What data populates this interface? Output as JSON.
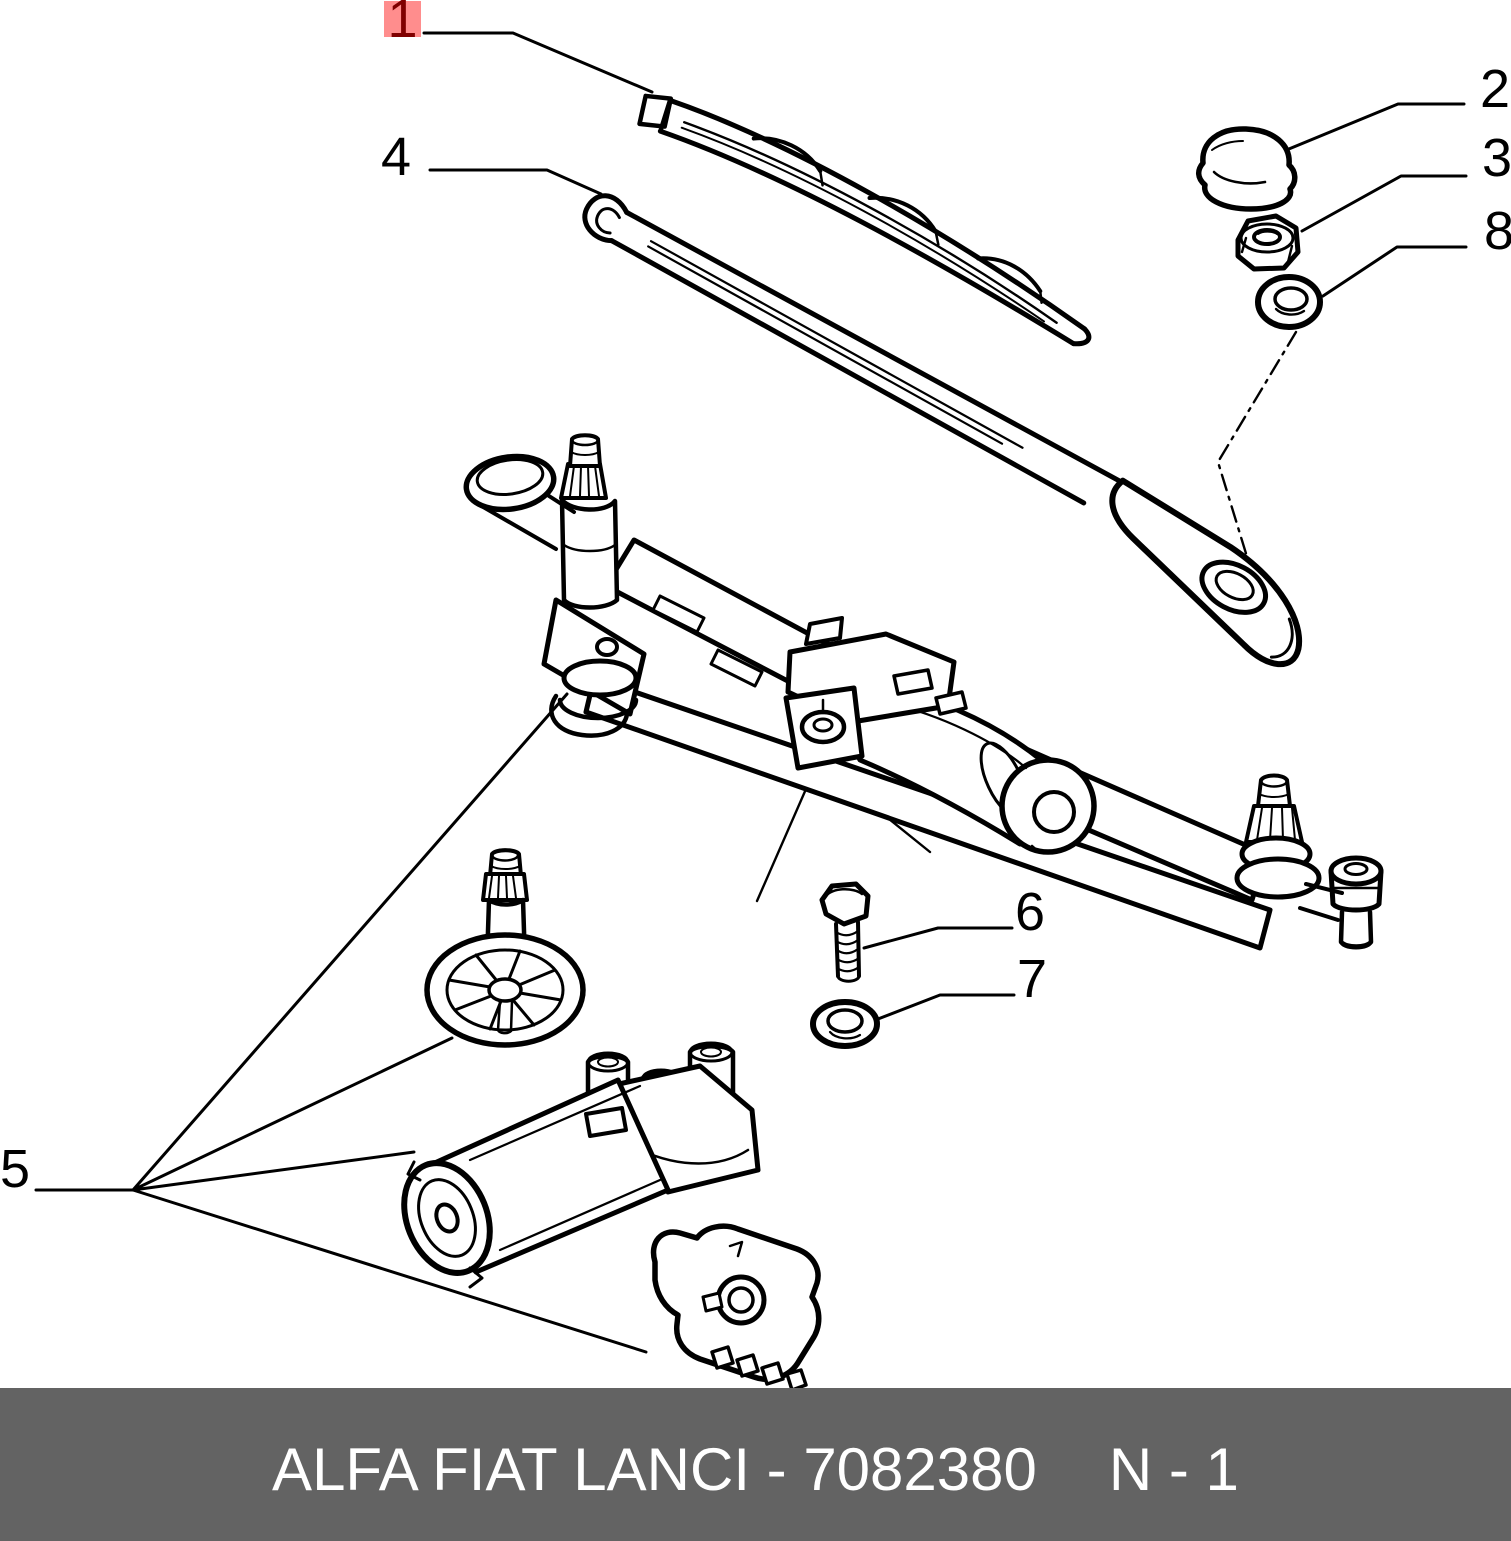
{
  "diagram": {
    "callouts": {
      "c1": {
        "label": "1",
        "highlighted": true
      },
      "c2": {
        "label": "2",
        "highlighted": false
      },
      "c3": {
        "label": "3",
        "highlighted": false
      },
      "c4": {
        "label": "4",
        "highlighted": false
      },
      "c5": {
        "label": "5",
        "highlighted": false
      },
      "c6": {
        "label": "6",
        "highlighted": false
      },
      "c7": {
        "label": "7",
        "highlighted": false
      },
      "c8": {
        "label": "8",
        "highlighted": false
      }
    },
    "colors": {
      "line": "#000000",
      "background": "#ffffff",
      "highlight_bg": "#ff8d8d",
      "highlight_fg": "#7f0000"
    }
  },
  "footer": {
    "label": "ALFA FIAT LANCI - 7082380",
    "page_ref": "N - 1",
    "colors": {
      "bg": "#636363",
      "fg": "#ffffff"
    }
  }
}
